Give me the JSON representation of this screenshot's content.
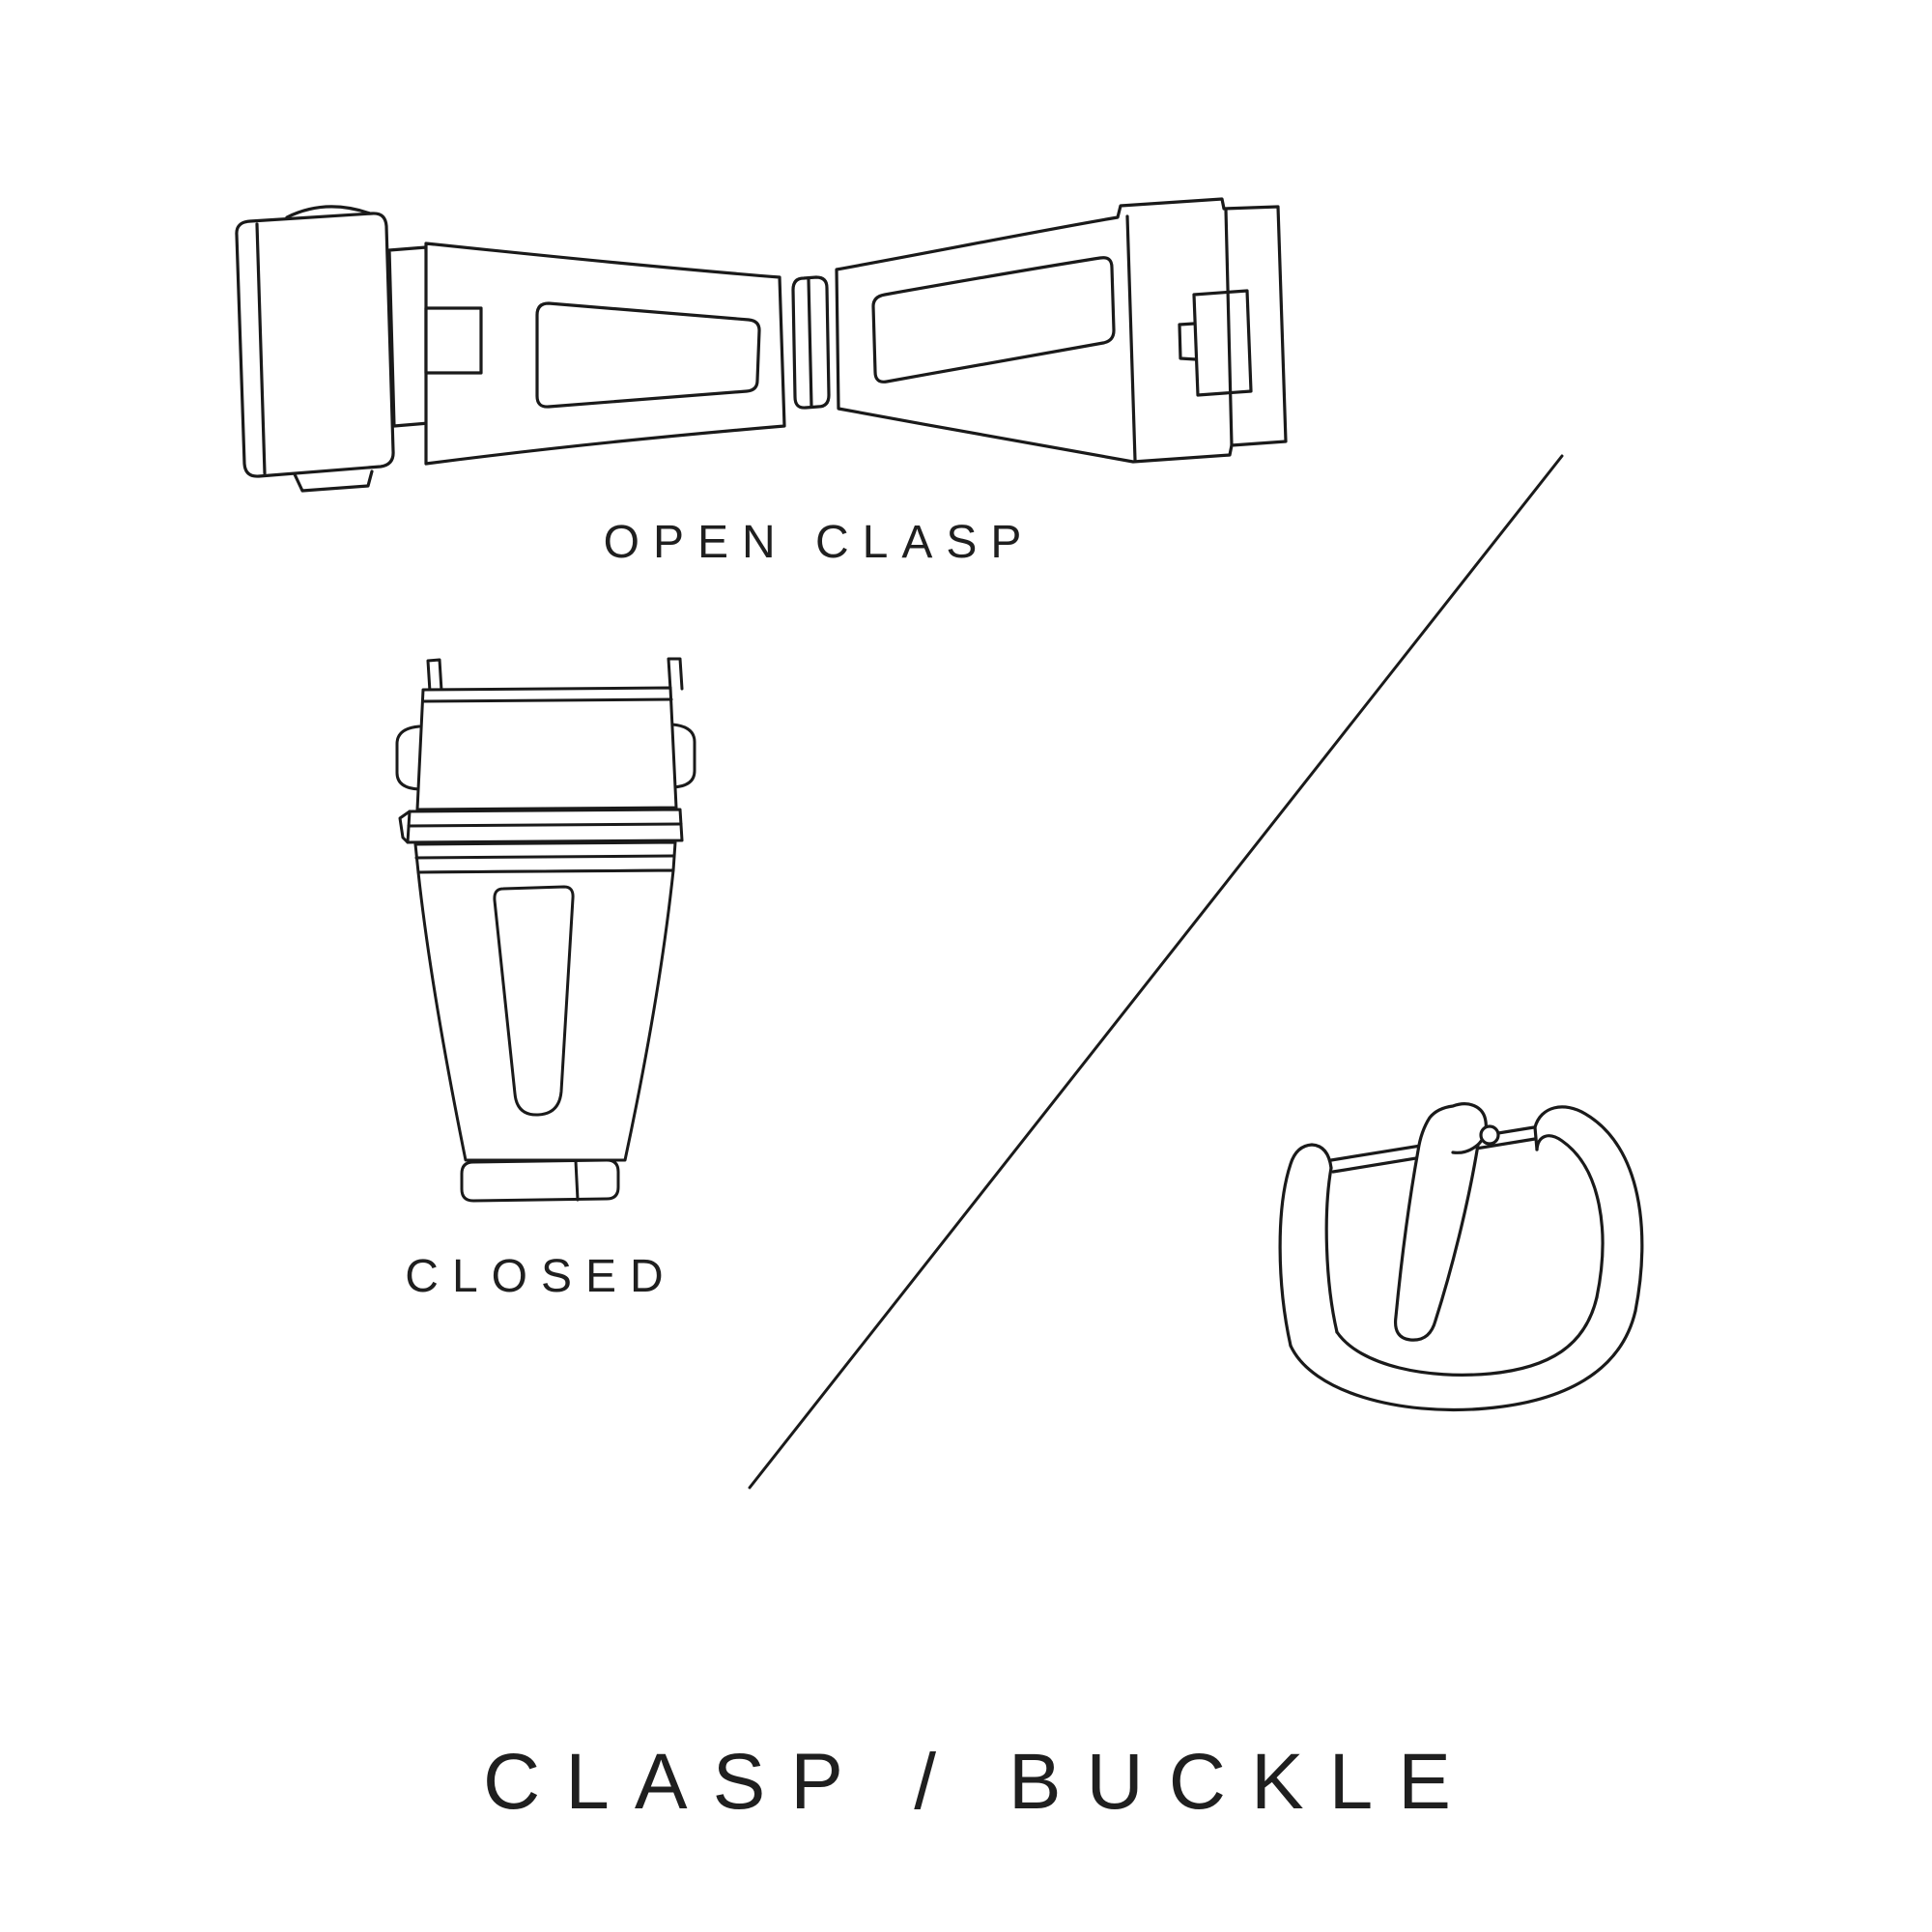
{
  "page": {
    "background_color": "#ffffff",
    "ink_color": "#1a1a1a",
    "text_color": "#1f1f1f"
  },
  "diagram": {
    "title": "CLASP / BUCKLE",
    "labels": {
      "open_clasp": "OPEN CLASP",
      "closed": "CLOSED"
    },
    "icons": [
      {
        "name": "open-clasp-illustration"
      },
      {
        "name": "closed-clasp-illustration"
      },
      {
        "name": "tang-buckle-illustration"
      },
      {
        "name": "diagonal-divider-line"
      }
    ]
  }
}
